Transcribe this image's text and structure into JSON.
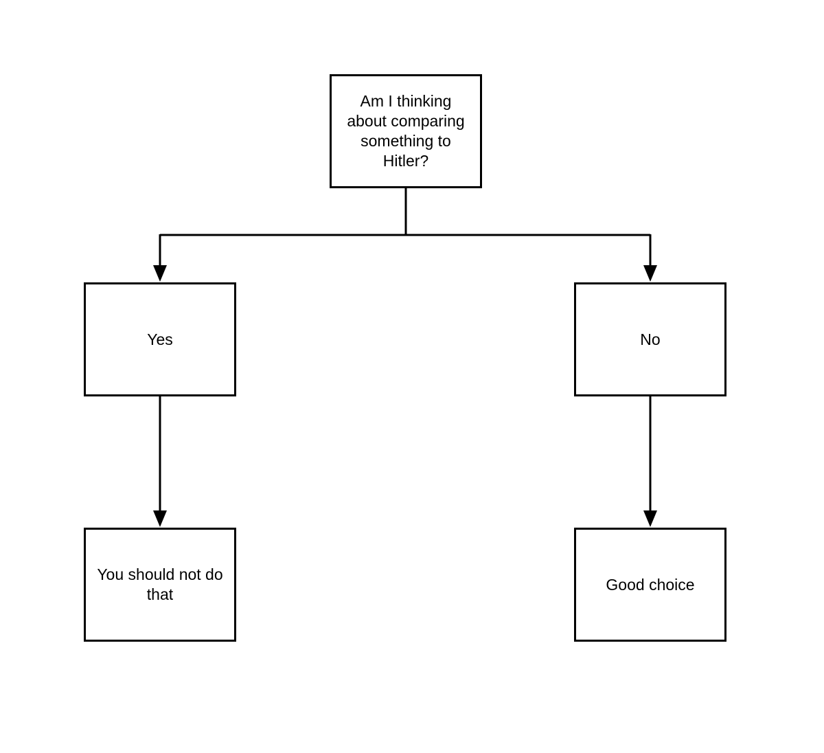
{
  "diagram": {
    "type": "flowchart",
    "colors": {
      "background": "#ffffff",
      "box_fill": "#ffffff",
      "line": "#000000",
      "text": "#000000"
    },
    "nodes": [
      {
        "id": "root",
        "text": "Am I thinking\nabout comparing\nsomething to\nHitler?"
      },
      {
        "id": "yes",
        "text": "Yes"
      },
      {
        "id": "no",
        "text": "No"
      },
      {
        "id": "yes-outcome",
        "text": "You should not do\nthat"
      },
      {
        "id": "no-outcome",
        "text": "Good choice"
      }
    ],
    "edges": [
      {
        "from": "root",
        "to": "yes"
      },
      {
        "from": "root",
        "to": "no"
      },
      {
        "from": "yes",
        "to": "yes-outcome"
      },
      {
        "from": "no",
        "to": "no-outcome"
      }
    ]
  }
}
